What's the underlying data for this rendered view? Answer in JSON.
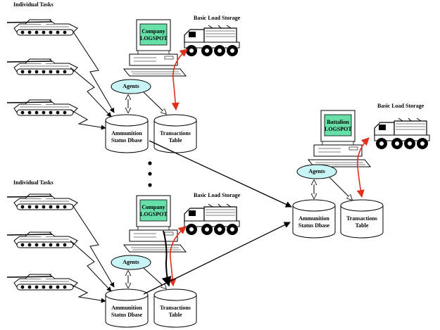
{
  "colors": {
    "screen": "#66e0a8",
    "agents_fill": "#c8f4f6",
    "link_red": "#e0301a",
    "ink": "#000000"
  },
  "groups": [
    {
      "tasks_label": "Individual Tasks",
      "storage_label": "Basic Load Storage",
      "monitor_text": [
        "Company",
        "LOGSPOT"
      ],
      "agents_label": "Agents",
      "status_db": [
        "Ammunition",
        "Status Dbase"
      ],
      "transactions_db": [
        "Transactions",
        "Table"
      ]
    },
    {
      "tasks_label": "Individual Tasks",
      "storage_label": "Basic Load Storage",
      "monitor_text": [
        "Company",
        "LOGSPOT"
      ],
      "agents_label": "Agents",
      "status_db": [
        "Ammunition",
        "Status Dbase"
      ],
      "transactions_db": [
        "Transactions",
        "Table"
      ]
    },
    {
      "storage_label": "Basic Load Storage",
      "monitor_text": [
        "Battalion",
        "LOGSPOT"
      ],
      "agents_label": "Agents",
      "status_db": [
        "Ammunition",
        "Status Dbase"
      ],
      "transactions_db": [
        "Transactions",
        "Table"
      ]
    }
  ]
}
